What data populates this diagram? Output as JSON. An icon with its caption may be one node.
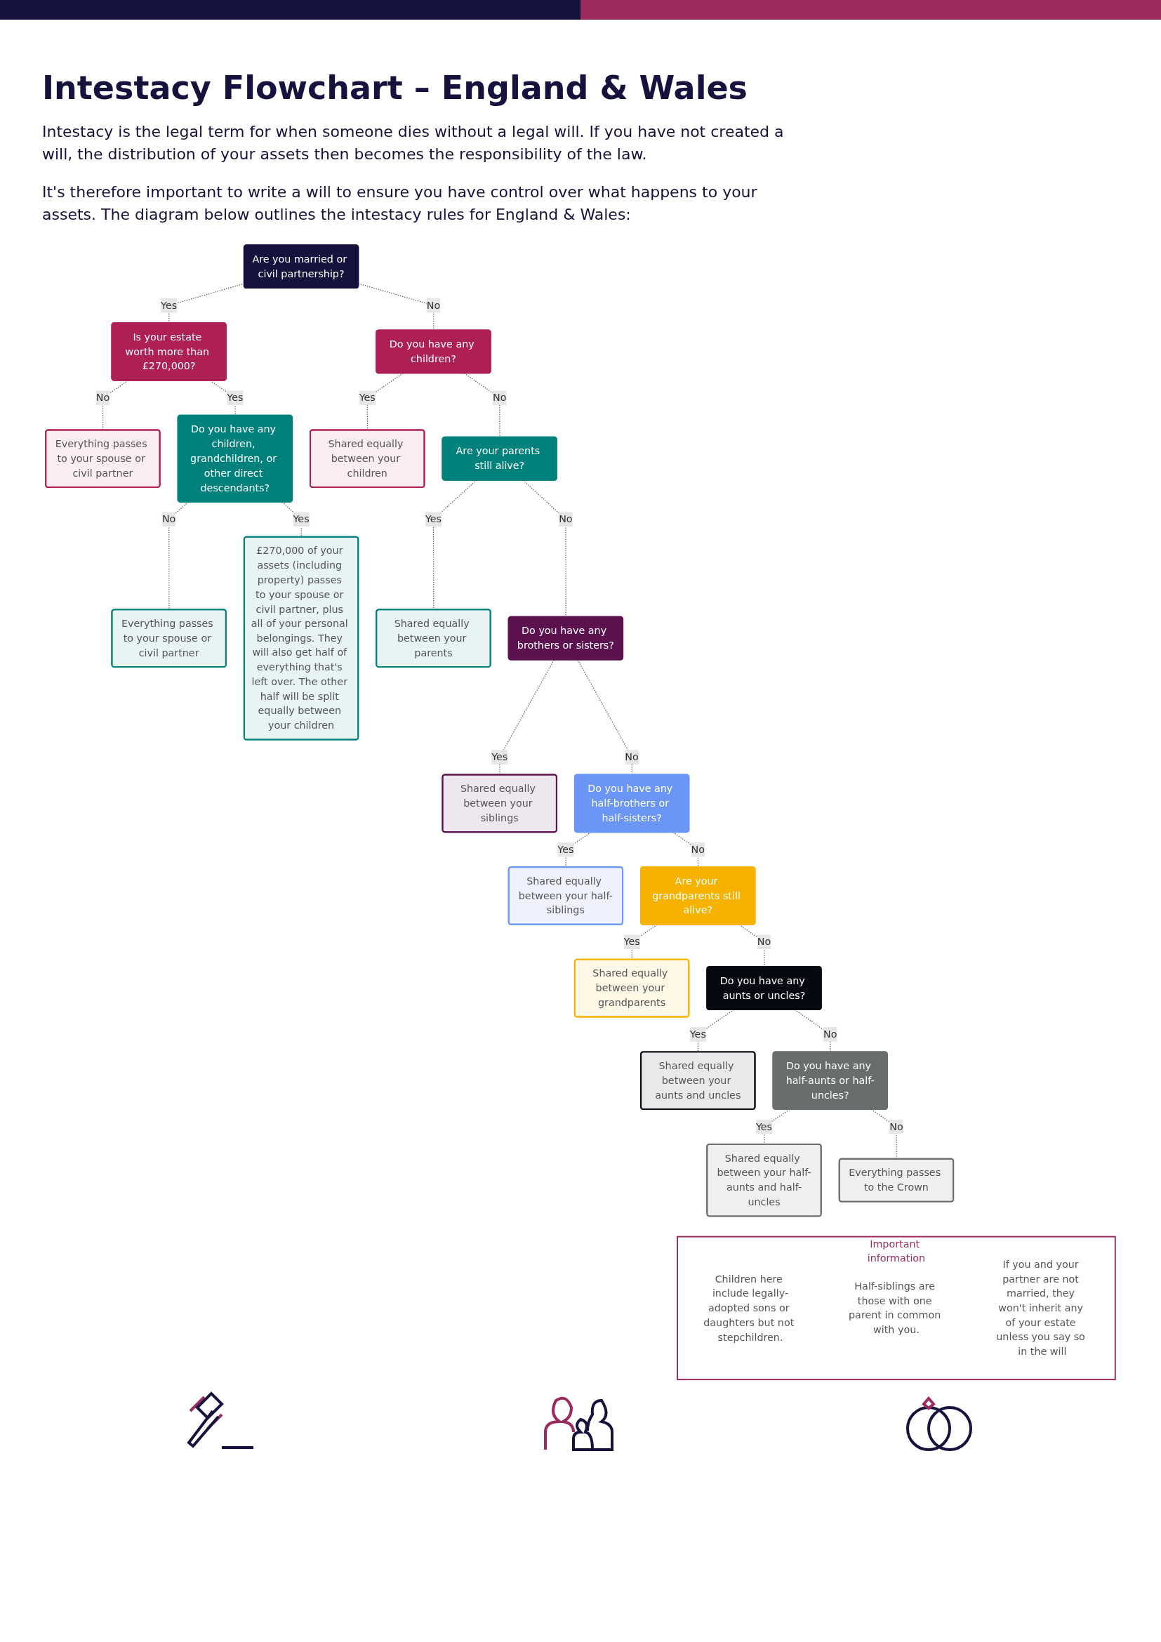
{
  "diagram": {
    "title": "Intestacy Flowchart – England & Wales",
    "nodes": [
      {
        "text": [
          "Are you married or civil partnership?"
        ]
      },
      {
        "text": [
          "Is your estate worth more than £270,000?"
        ]
      },
      {
        "text": [
          "Everything passes to your spouse or civil partner"
        ]
      },
      {
        "text": [
          "Do you have any children, grandchildren, or other direct descendants?"
        ]
      },
      {
        "text": [
          "Everything passes to your spouse or civil partner"
        ]
      },
      {
        "text": [
          "£270,000 of your assets (including property) passes to your spouse or civil partner, plus all of your personal belongings. They will also get half of everything that's left over. The other half will be split equally between your children"
        ]
      },
      {
        "text": [
          "Do you have any children?"
        ]
      },
      {
        "text": [
          "Shared equally between your children"
        ]
      },
      {
        "text": [
          "Are your parents still alive?"
        ]
      },
      {
        "text": [
          "Shared equally between your parents"
        ]
      },
      {
        "text": [
          "Do you have any brothers or sisters?"
        ]
      },
      {
        "text": [
          "Shared equally between your siblings"
        ]
      },
      {
        "text": [
          "Do you have any half-brothers or half-sisters?"
        ]
      },
      {
        "text": [
          "Shared equally between your half-siblings"
        ]
      },
      {
        "text": [
          "Are your grandparents still alive?"
        ]
      },
      {
        "text": [
          "Shared equally between your grandparents"
        ]
      },
      {
        "text": [
          "Do you have any aunts or uncles?"
        ]
      },
      {
        "text": [
          "Shared equally between your aunts and uncles"
        ]
      },
      {
        "text": [
          "Do you have any half-aunts or half-uncles?"
        ]
      },
      {
        "text": [
          "Shared equally between your half-aunts and half-uncles"
        ]
      },
      {
        "text": [
          "Everything passes to the Crown"
        ]
      },
      {
        "text": [
          "Important information"
        ]
      },
      {
        "text": [
          "Children here include legally-adopted sons or daughters but not stepchildren."
        ],
        "in": 21
      },
      {
        "text": [
          "Half-siblings are those with one parent in common with you."
        ],
        "in": 21
      },
      {
        "text": [
          "If you and your partner are not married, they won't inherit any of your estate unless you say so in the will"
        ],
        "in": 21
      }
    ],
    "edges": [
      {
        "from": 0,
        "to": 1,
        "arrow": "none",
        "label": "Yes"
      },
      {
        "from": 0,
        "to": 6,
        "arrow": "none",
        "label": "No"
      },
      {
        "from": 1,
        "to": 2,
        "arrow": "none",
        "label": "No"
      },
      {
        "from": 1,
        "to": 3,
        "arrow": "none",
        "label": "Yes"
      },
      {
        "from": 3,
        "to": 4,
        "arrow": "none",
        "label": "No"
      },
      {
        "from": 3,
        "to": 5,
        "arrow": "none",
        "label": "Yes"
      },
      {
        "from": 6,
        "to": 7,
        "arrow": "none",
        "label": "Yes"
      },
      {
        "from": 6,
        "to": 8,
        "arrow": "none",
        "label": "No"
      },
      {
        "from": 8,
        "to": 9,
        "arrow": "none",
        "label": "Yes"
      },
      {
        "from": 8,
        "to": 10,
        "arrow": "none",
        "label": "No"
      },
      {
        "from": 10,
        "to": 11,
        "arrow": "none",
        "label": "Yes"
      },
      {
        "from": 10,
        "to": 12,
        "arrow": "none",
        "label": "No"
      },
      {
        "from": 12,
        "to": 13,
        "arrow": "none",
        "label": "Yes"
      },
      {
        "from": 12,
        "to": 14,
        "arrow": "none",
        "label": "No"
      },
      {
        "from": 14,
        "to": 15,
        "arrow": "none",
        "label": "Yes"
      },
      {
        "from": 14,
        "to": 16,
        "arrow": "none",
        "label": "No"
      },
      {
        "from": 16,
        "to": 17,
        "arrow": "none",
        "label": "Yes"
      },
      {
        "from": 16,
        "to": 18,
        "arrow": "none",
        "label": "No"
      },
      {
        "from": 18,
        "to": 19,
        "arrow": "none",
        "label": "Yes"
      },
      {
        "from": 18,
        "to": 20,
        "arrow": "none",
        "label": "No"
      }
    ],
    "labels": [
      "Intestacy is the legal term for when someone dies without a legal will. If you have not created a will, the distribution of your assets then becomes the responsibility of the law.",
      "It's therefore important to write a will to ensure you have control over what happens to your assets. The diagram below outlines the intestacy rules for England & Wales:"
    ]
  }
}
